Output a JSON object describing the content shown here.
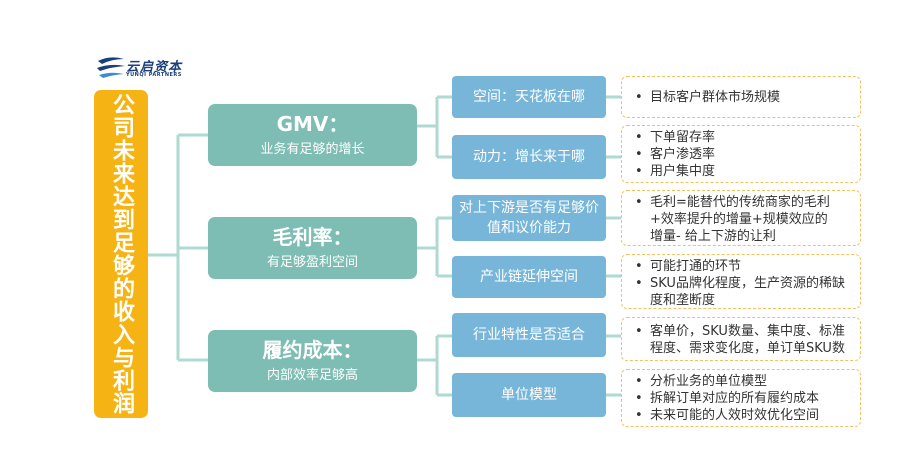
{
  "logo": {
    "name": "云启资本",
    "sub": "YUNQI PARTNERS",
    "icon": "yunqi-logo-icon"
  },
  "root": {
    "label": "公司未来达到足够的收入与利润"
  },
  "branches": [
    {
      "title": "GMV：",
      "subtitle": "业务有足够的增长",
      "children": [
        {
          "label": "空间：天花板在哪",
          "details": [
            [
              "目标客户群体市场规模"
            ]
          ]
        },
        {
          "label": "动力：增长来于哪",
          "details": [
            [
              "下单留存率"
            ],
            [
              "客户渗透率"
            ],
            [
              "用户集中度"
            ]
          ]
        }
      ]
    },
    {
      "title": "毛利率：",
      "subtitle": "有足够盈利空间",
      "children": [
        {
          "label": "对上下游是否有足够价值和议价能力",
          "details": [
            [
              "毛利=能替代的传统商家的毛利",
              "+效率提升的增量+规模效应的",
              "增量- 给上下游的让利"
            ]
          ]
        },
        {
          "label": "产业链延伸空间",
          "details": [
            [
              "可能打通的环节"
            ],
            [
              "SKU品牌化程度，生产资源的稀缺",
              "度和垄断度"
            ]
          ]
        }
      ]
    },
    {
      "title": "履约成本：",
      "subtitle": "内部效率足够高",
      "children": [
        {
          "label": "行业特性是否适合",
          "details": [
            [
              "客单价，SKU数量、集中度、标准",
              "程度、需求变化度，单订单SKU数"
            ]
          ]
        },
        {
          "label": "单位模型",
          "details": [
            [
              "分析业务的单位模型"
            ],
            [
              "拆解订单对应的所有履约成本"
            ],
            [
              "未来可能的人效时效优化空间"
            ]
          ]
        }
      ]
    }
  ],
  "colors": {
    "root": "#f6b414",
    "level2": "#7dbdb3",
    "level3": "#77b6d9",
    "dashed_border": "#f3c25c",
    "connector": "#aedad2"
  }
}
